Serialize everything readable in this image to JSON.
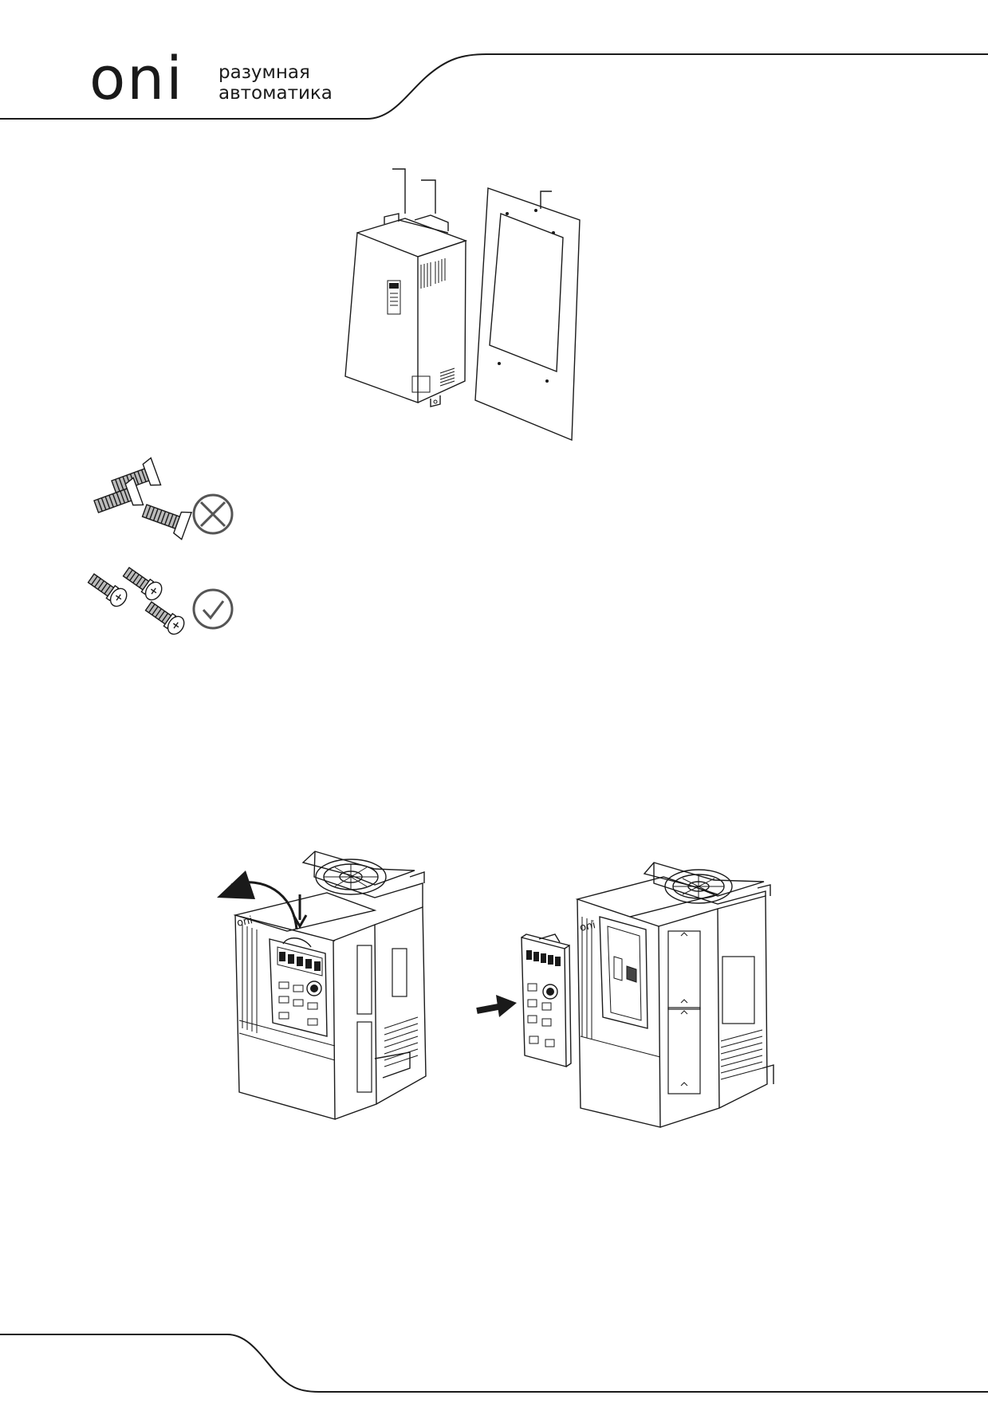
{
  "header": {
    "logo_text": "oni",
    "tagline_line1": "разумная",
    "tagline_line2": "автоматика"
  },
  "figures": {
    "screws_wrong": {
      "status_icon": "cross-circle-icon",
      "screw_type": "countersunk-screw-icon"
    },
    "screws_right": {
      "status_icon": "check-circle-icon",
      "screw_type": "pan-head-screw-icon"
    },
    "keypad_brand": "oni"
  },
  "colors": {
    "line": "#1a1a1a",
    "icon_gray": "#555555"
  }
}
